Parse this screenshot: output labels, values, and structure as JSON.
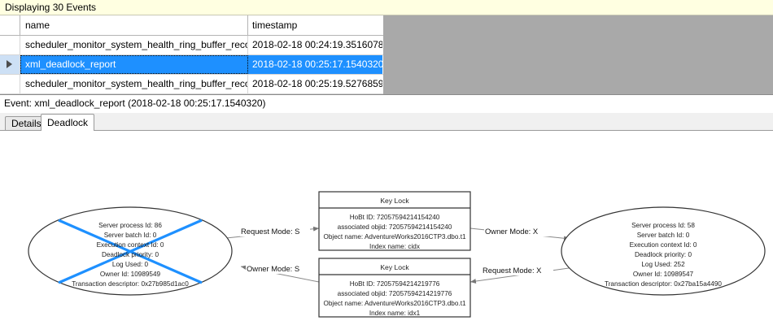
{
  "banner": {
    "text": "Displaying 30 Events"
  },
  "grid": {
    "columns": [
      "name",
      "timestamp"
    ],
    "rows": [
      {
        "selected": false,
        "name": "scheduler_monitor_system_health_ring_buffer_recorded",
        "timestamp": "2018-02-18 00:24:19.3516078"
      },
      {
        "selected": true,
        "name": "xml_deadlock_report",
        "timestamp": "2018-02-18 00:25:17.1540320"
      },
      {
        "selected": false,
        "name": "scheduler_monitor_system_health_ring_buffer_recorded",
        "timestamp": "2018-02-18 00:25:19.5276859"
      }
    ]
  },
  "event_caption": "Event: xml_deadlock_report (2018-02-18 00:25:17.1540320)",
  "tabs": [
    {
      "label": "Details",
      "active": false
    },
    {
      "label": "Deadlock",
      "active": true
    }
  ],
  "deadlock": {
    "victim_cross_color": "#1e90ff",
    "processes": [
      {
        "id": "process-left",
        "victim": true,
        "lines": [
          "Server process Id: 86",
          "Server batch Id: 0",
          "Execution context Id: 0",
          "Deadlock priority: 0",
          "Log Used: 0",
          "Owner Id: 10989549",
          "Transaction descriptor: 0x27b985d1ac0"
        ]
      },
      {
        "id": "process-right",
        "victim": false,
        "lines": [
          "Server process Id: 58",
          "Server batch Id: 0",
          "Execution context Id: 0",
          "Deadlock priority: 0",
          "Log Used: 252",
          "Owner Id: 10989547",
          "Transaction descriptor: 0x27ba15a4490"
        ]
      }
    ],
    "resources": [
      {
        "id": "keylock-top",
        "title": "Key Lock",
        "lines": [
          "HoBt ID: 72057594214154240",
          "associated objid: 72057594214154240",
          "Object name: AdventureWorks2016CTP3.dbo.t1",
          "Index name: cidx"
        ]
      },
      {
        "id": "keylock-bottom",
        "title": "Key Lock",
        "lines": [
          "HoBt ID: 72057594214219776",
          "associated objid: 72057594214219776",
          "Object name: AdventureWorks2016CTP3.dbo.t1",
          "Index name: idx1"
        ]
      }
    ],
    "edges": [
      {
        "id": "edge-left-request",
        "label": "Request Mode: S"
      },
      {
        "id": "edge-right-owner",
        "label": "Owner Mode: X"
      },
      {
        "id": "edge-left-owner",
        "label": "Owner Mode: S"
      },
      {
        "id": "edge-right-request",
        "label": "Request Mode: X"
      }
    ]
  }
}
